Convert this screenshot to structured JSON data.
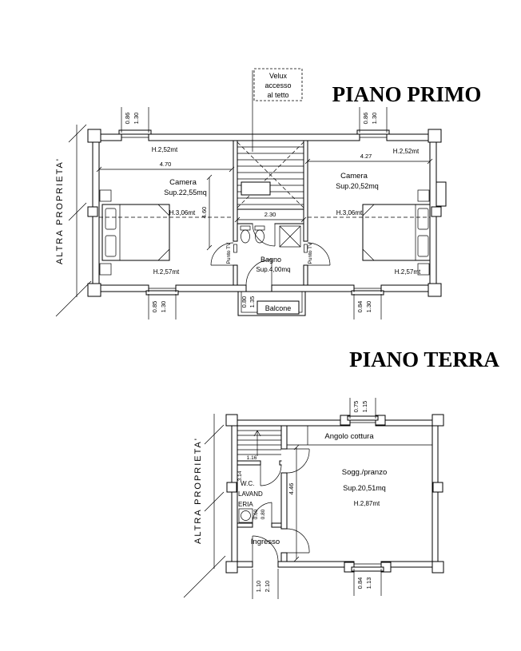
{
  "first_floor": {
    "title": "PIANO PRIMO",
    "velux": {
      "line1": "Velux",
      "line2": "accesso",
      "line3": "al tetto"
    },
    "property_label": "ALTRA PROPRIETA'",
    "punto_tv": "Punto TV",
    "rooms": {
      "camera_left": {
        "name": "Camera",
        "area": "Sup.22,55mq",
        "h_top": "H.2,52mt",
        "h_mid": "H.3,06mt",
        "h_bottom": "H.2,57mt"
      },
      "camera_right": {
        "name": "Camera",
        "area": "Sup.20,52mq",
        "h_top": "H.2,52mt",
        "h_mid": "H.3,06mt",
        "h_bottom": "H.2,57mt"
      },
      "bagno": {
        "name": "Bagno",
        "area": "Sup.4,00mq"
      },
      "balcone": {
        "name": "Balcone"
      }
    },
    "dims": {
      "window_top_left_w": "0.86",
      "window_top_left_h": "1.30",
      "window_top_right_w": "0.86",
      "window_top_right_h": "1.30",
      "camera_left_width": "4.70",
      "camera_left_depth": "4.60",
      "stair_width": "2.30",
      "camera_right_width": "4.27",
      "window_bottom_left_w": "0.85",
      "window_bottom_left_h": "1.30",
      "balcony_door_w": "0.80",
      "balcony_door_h": "1.35",
      "window_bottom_right_w": "0.84",
      "window_bottom_right_h": "1.30"
    }
  },
  "ground_floor": {
    "title": "PIANO TERRA",
    "property_label": "ALTRA PROPRIETA'",
    "rooms": {
      "angolo_cottura": {
        "name": "Angolo cottura"
      },
      "wc_lavanderia": {
        "line1": "W.C.",
        "line2": "LAVAND",
        "line3": "ERIA"
      },
      "soggiorno": {
        "name": "Sogg./pranzo",
        "area": "Sup.20,51mq",
        "height": "H.2,87mt"
      },
      "ingresso": {
        "name": "Ingresso"
      }
    },
    "dims": {
      "window_top_w": "0.75",
      "window_top_h": "1.15",
      "stair_width": "1.16",
      "wc_depth": "3.14",
      "living_depth": "4.46",
      "wc_door_w": "0.60",
      "wc_door_h": "0.80",
      "entrance_w": "1.10",
      "entrance_h": "2.10",
      "window_bottom_w": "0.84",
      "window_bottom_h": "1.13"
    }
  }
}
